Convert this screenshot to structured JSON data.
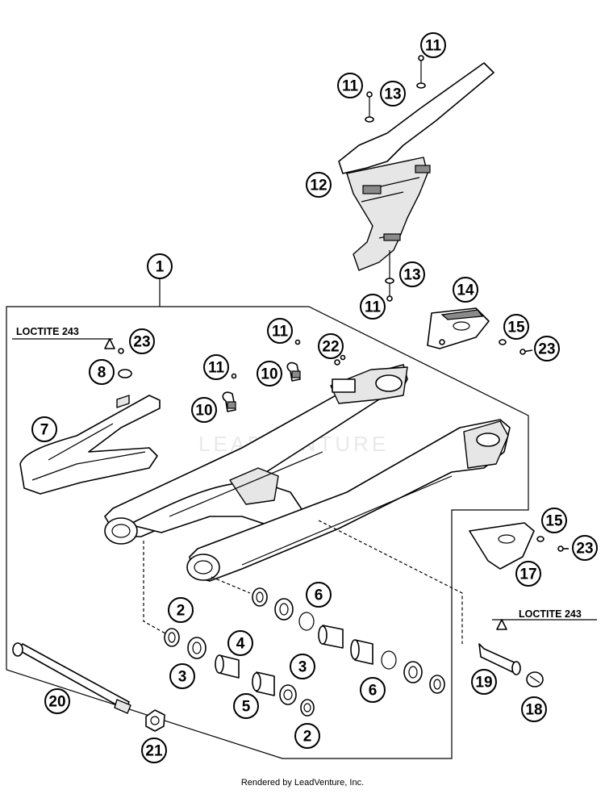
{
  "callouts": [
    "1",
    "2",
    "3",
    "4",
    "5",
    "6",
    "7",
    "8",
    "10",
    "11",
    "12",
    "13",
    "14",
    "15",
    "17",
    "18",
    "19",
    "20",
    "21",
    "22",
    "23"
  ],
  "notes": {
    "loctite_left": "LOCTITE 243",
    "loctite_right": "LOCTITE 243"
  },
  "watermark": "LEADVENTURE",
  "footer": "Rendered by LeadVenture, Inc."
}
